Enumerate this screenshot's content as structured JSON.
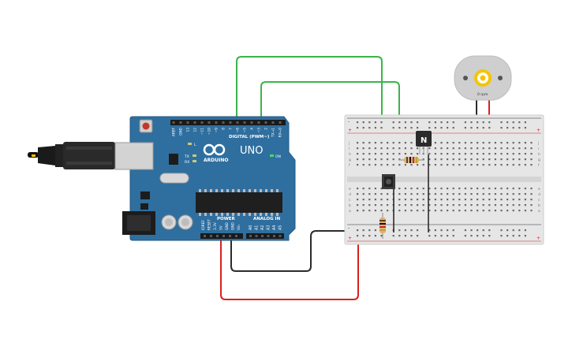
{
  "arduino": {
    "brand": "ARDUINO",
    "model": "UNO",
    "digital_header_label": "DIGITAL (PWM~)",
    "power_label": "POWER",
    "analog_label": "ANALOG IN",
    "on_label": "ON",
    "tx_label": "TX",
    "rx_label": "RX",
    "l_label": "L",
    "digital_pins": [
      "AREF",
      "GND",
      "13",
      "12",
      "~11",
      "~10",
      "~9",
      "8",
      "7",
      "~6",
      "~5",
      "4",
      "~3",
      "2",
      "TX→1",
      "RX←0"
    ],
    "power_pins": [
      "IOREF",
      "RESET",
      "3.3V",
      "5V",
      "GND",
      "GND",
      "Vin"
    ],
    "analog_pins": [
      "A0",
      "A1",
      "A2",
      "A3",
      "A4",
      "A5"
    ]
  },
  "transistor": {
    "label": "N"
  },
  "motor": {
    "label": "0 rpm"
  },
  "breadboard": {
    "row_letters_top": [
      "j",
      "i",
      "h",
      "g",
      "f"
    ],
    "row_letters_bottom": [
      "e",
      "d",
      "c",
      "b",
      "a"
    ],
    "rail_plus": "+",
    "rail_minus": "-"
  },
  "colors": {
    "board_blue": "#2f6f9f",
    "wire_green": "#3cb44b",
    "wire_red": "#d9201e",
    "wire_black": "#2b2b2b",
    "breadboard": "#e6e6e6"
  }
}
